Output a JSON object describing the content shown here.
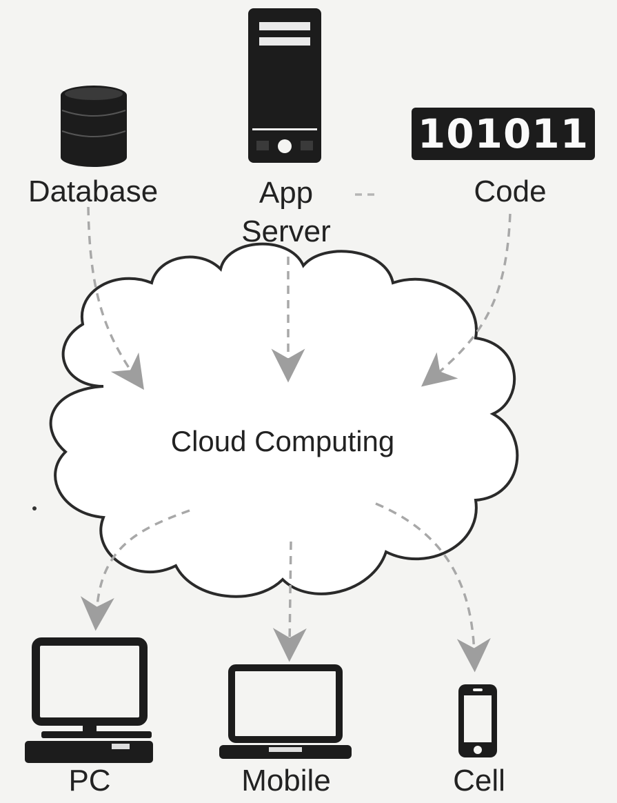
{
  "sources": {
    "database": "Database",
    "app_server_line1": "App",
    "app_server_line2": "Server",
    "code_badge": "101011",
    "code": "Code"
  },
  "center": "Cloud Computing",
  "clients": {
    "pc": "PC",
    "mobile": "Mobile",
    "cell": "Cell"
  },
  "colors": {
    "icon": "#1c1c1c",
    "arrow": "#a8a8a8",
    "cloud_outline": "#2a2a2a",
    "background": "#f4f4f2"
  }
}
